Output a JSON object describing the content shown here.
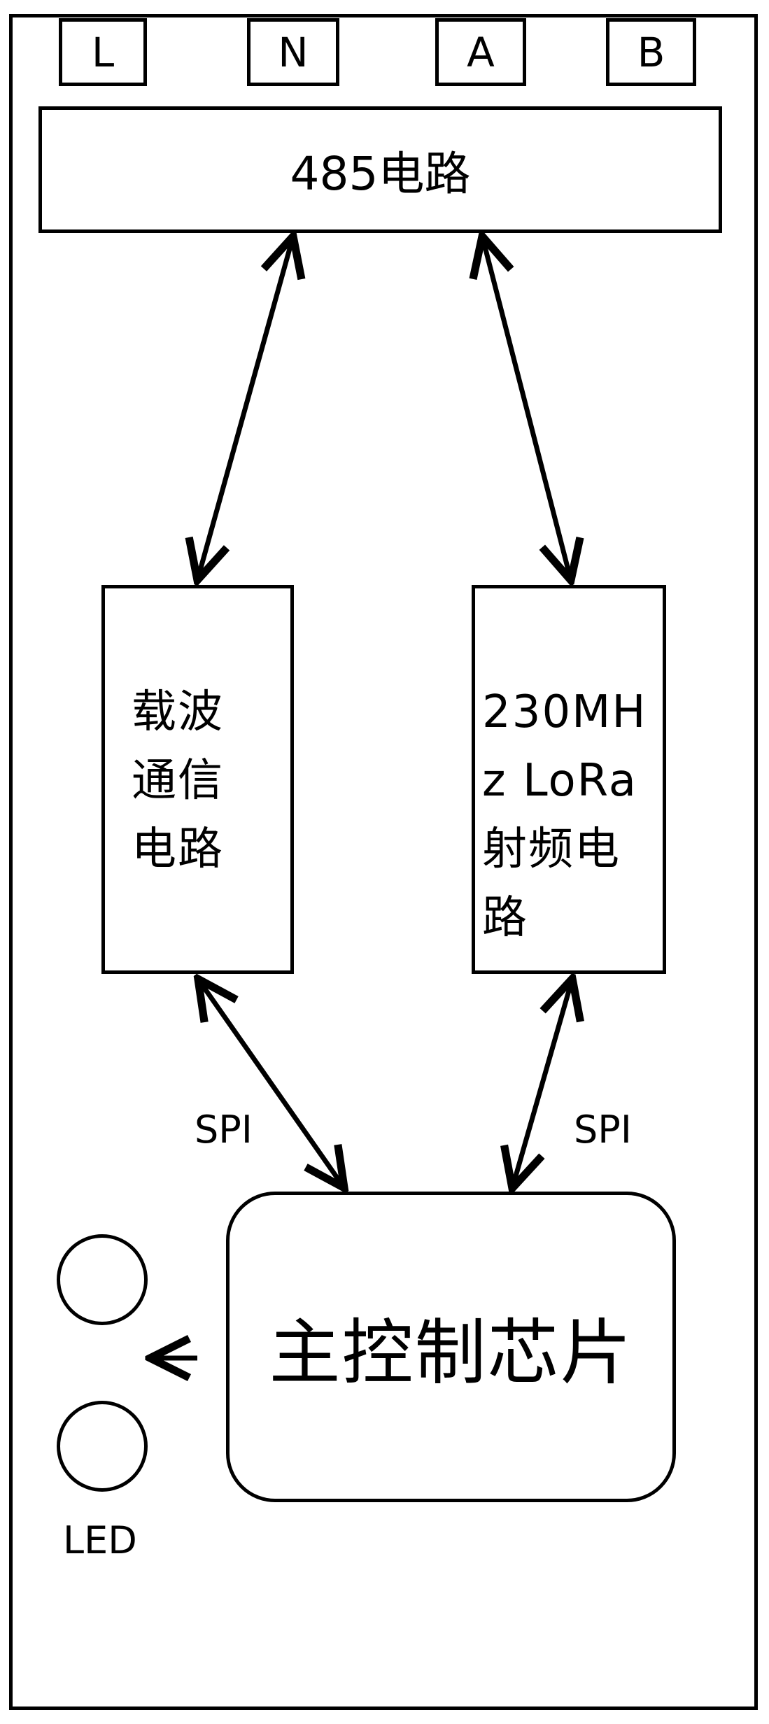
{
  "terminals": {
    "l": "L",
    "n": "N",
    "a": "A",
    "b": "B"
  },
  "circuit_485": "485电路",
  "carrier_circuit": "载波通信电路",
  "lora_circuit": "230MHz LoRa射频电路",
  "spi_left": "SPI",
  "spi_right": "SPI",
  "main_chip": "主控制芯片",
  "led_label": "LED"
}
